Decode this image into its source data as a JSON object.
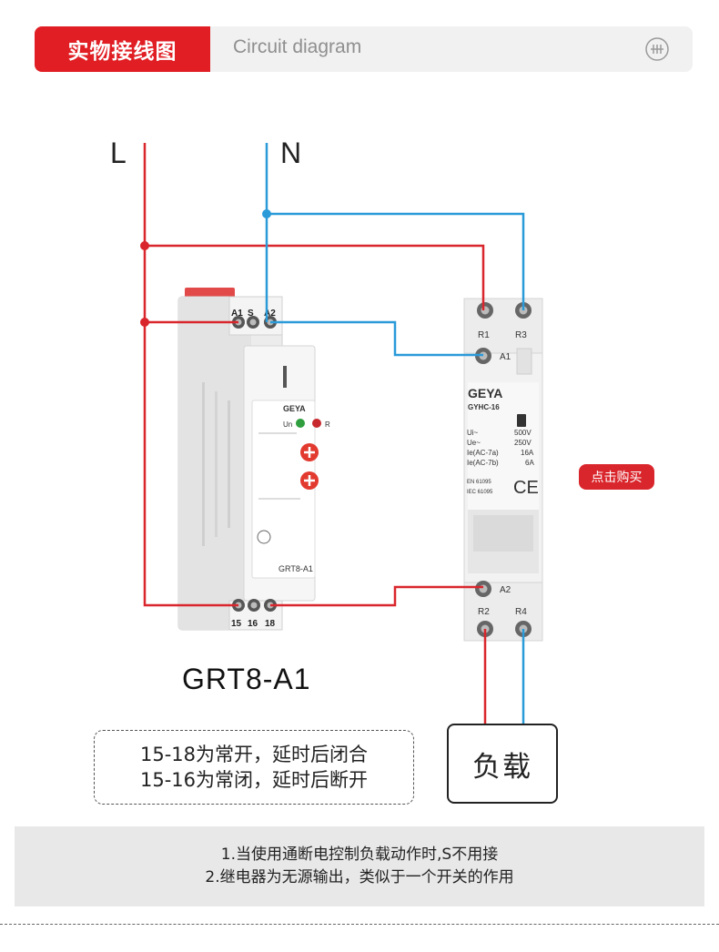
{
  "header": {
    "tag_label": "实物接线图",
    "subtitle": "Circuit diagram"
  },
  "lines": {
    "live_label": "L",
    "neutral_label": "N"
  },
  "timer_relay": {
    "terminals_top": [
      "A1",
      "S",
      "A2"
    ],
    "terminals_bottom": [
      "15",
      "16",
      "18"
    ],
    "brand": "GEYA",
    "indicator_un": "Un",
    "indicator_r": "R",
    "model_face": "GRT8-A1",
    "model_caption": "GRT8-A1"
  },
  "contactor": {
    "terminals_top": [
      "R1",
      "R3"
    ],
    "coil_top": "A1",
    "coil_bottom": "A2",
    "terminals_bottom": [
      "R2",
      "R4"
    ],
    "brand": "GEYA",
    "model": "GYHC-16",
    "specs": [
      {
        "label": "Ui~",
        "value": "500V"
      },
      {
        "label": "Ue~",
        "value": "250V"
      },
      {
        "label": "Ie(AC-7a)",
        "value": "16A"
      },
      {
        "label": "Ie(AC-7b)",
        "value": "6A"
      }
    ],
    "standards": [
      "EN 61095",
      "IEC 61095"
    ],
    "ce_mark": "CE"
  },
  "buy_button": "点击购买",
  "note": {
    "line1": "15-18为常开，延时后闭合",
    "line2": "15-16为常闭，延时后断开"
  },
  "load_label": "负载",
  "info": {
    "line1": "1.当使用通断电控制负载动作时,S不用接",
    "line2": "2.继电器为无源输出，类似于一个开关的作用"
  },
  "colors": {
    "accent_red": "#e01e24",
    "live_wire": "#d9262c",
    "neutral_wire": "#2a9ad8"
  }
}
